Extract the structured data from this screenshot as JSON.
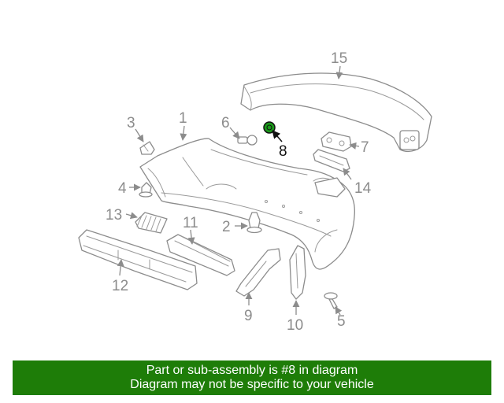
{
  "labels": {
    "p1": "1",
    "p2": "2",
    "p3": "3",
    "p4": "4",
    "p5": "5",
    "p6": "6",
    "p7": "7",
    "p8": "8",
    "p9": "9",
    "p10": "10",
    "p11": "11",
    "p12": "12",
    "p13": "13",
    "p14": "14",
    "p15": "15"
  },
  "highlight_part": "8",
  "colors": {
    "banner": "#1e7d08",
    "highlight": "#1a9a1a",
    "lines": "#8c8c8c"
  },
  "banner": {
    "line1": "Part or sub-assembly is #8 in diagram",
    "line2": "Diagram may not be specific to your vehicle"
  }
}
